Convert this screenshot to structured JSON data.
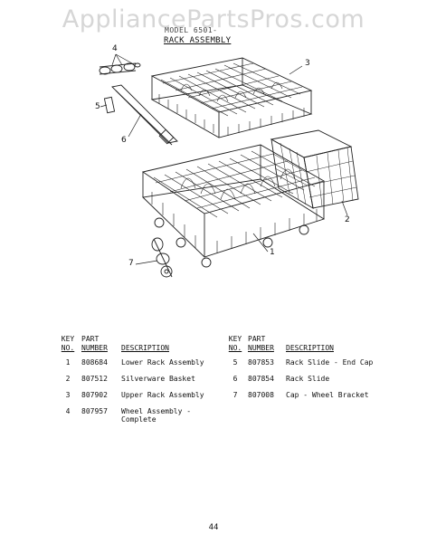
{
  "watermark": "AppliancePartsPros.com",
  "model_label": "MODEL 6501-",
  "section_title": "RACK ASSEMBLY",
  "callouts": {
    "c1": "1",
    "c2": "2",
    "c3": "3",
    "c4": "4",
    "c5": "5",
    "c6": "6",
    "c7": "7"
  },
  "table": {
    "headers": {
      "key_1": "KEY",
      "key_2": "NO.",
      "part_1": "PART",
      "part_2": "NUMBER",
      "description": "DESCRIPTION"
    },
    "rows": [
      {
        "left": {
          "key": "1",
          "part": "808684",
          "desc": "Lower Rack Assembly"
        },
        "right": {
          "key": "5",
          "part": "807853",
          "desc": "Rack Slide - End Cap"
        }
      },
      {
        "left": {
          "key": "2",
          "part": "807512",
          "desc": "Silverware Basket"
        },
        "right": {
          "key": "6",
          "part": "807854",
          "desc": "Rack Slide"
        }
      },
      {
        "left": {
          "key": "3",
          "part": "807902",
          "desc": "Upper Rack Assembly"
        },
        "right": {
          "key": "7",
          "part": "807008",
          "desc": "Cap - Wheel Bracket"
        }
      },
      {
        "left": {
          "key": "4",
          "part": "807957",
          "desc": "Wheel Assembly -",
          "desc2": "Complete"
        },
        "right": {
          "key": "",
          "part": "",
          "desc": ""
        }
      }
    ]
  },
  "page_number": "44"
}
